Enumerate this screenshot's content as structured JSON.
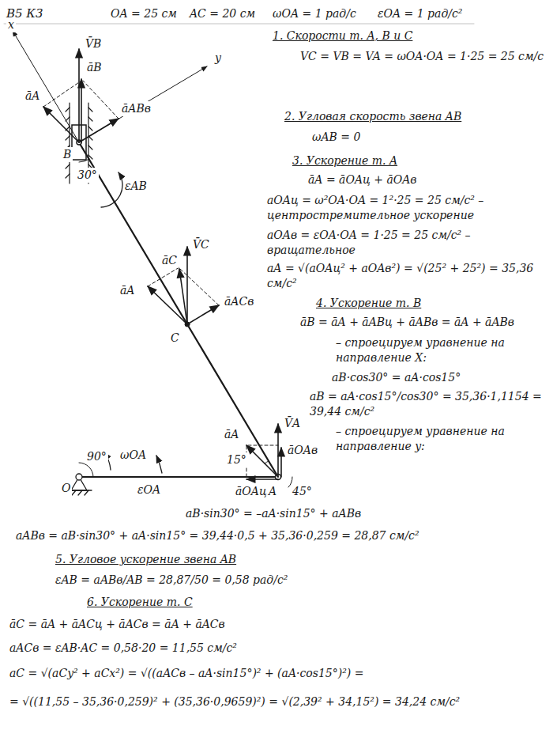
{
  "diagram": {
    "title": "В5 К3",
    "labels": [
      "OA = 25 см",
      "AC = 20 см",
      "ωOA = 1 рад/с",
      "εOA = 1 рад/с²",
      "x",
      "V̄B",
      "āB",
      "y",
      "āA",
      "āABв",
      "B",
      "30°",
      "εAB",
      "V̄C",
      "āC",
      "āA",
      "āACв",
      "C",
      "V̄A",
      "āA",
      "āOAв",
      "15°",
      "O",
      "90°",
      "ωOA",
      "εOA",
      "āOAц",
      "A",
      "45°",
      "1. Скорости т. A, B и C",
      "VC = VB = VA = ωOA·OA = 1·25 = 25 см/с",
      "2. Угловая скорость звена AB",
      "ωAB = 0",
      "3. Ускорение т. A",
      "āA = āOAц + āOAв",
      "aOAц = ω²OA·OA = 1²·25 = 25 см/с² – центростремительное ускорение",
      "aOAв = εOA·OA = 1·25 = 25 см/с² – вращательное",
      "aA = √(aOAц² + aOAв²) = √(25² + 25²) = 35,36 см/с²",
      "4. Ускорение т. B",
      "āB = āA + āABц + āABв = āA + āABв",
      "– спроецируем уравнение на направление X:",
      "aB·cos30° = aA·cos15°",
      "aB = aA·cos15°/cos30° = 35,36·1,1154 = 39,44 см/с²",
      "– спроецируем уравнение на направление y:",
      "aB·sin30° = –aA·sin15° + aABв",
      "aABв = aB·sin30° + aA·sin15° = 39,44·0,5 + 35,36·0,259 = 28,87 см/с²",
      "5. Угловое ускорение звена AB",
      "εAB = aABв/AB = 28,87/50 = 0,58 рад/с²",
      "6. Ускорение т. C",
      "āC = āA + āACц + āACв = āA + āACв",
      "aACв = εAB·AC = 0,58·20 = 11,55 см/с²",
      "aC = √(aCy² + aCx²) = √((aACв – aA·sin15°)² + (aA·cos15°)²) =",
      "= √((11,55 – 35,36·0,259)² + (35,36·0,9659)²) = √(2,39² + 34,15²) = 34,24 см/с²"
    ]
  }
}
